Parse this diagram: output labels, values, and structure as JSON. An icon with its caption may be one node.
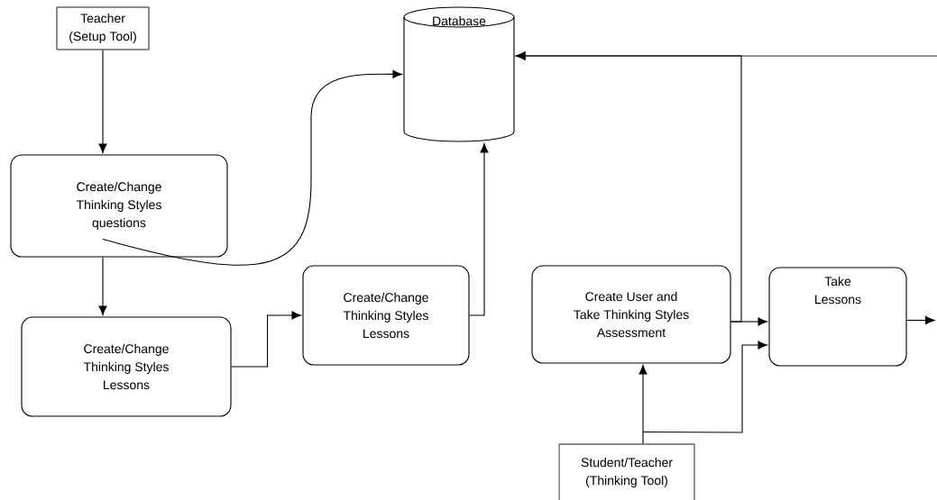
{
  "diagram": {
    "nodes": [
      {
        "text": [
          "Teacher (Setup Tool)"
        ]
      },
      {
        "text": [
          "Create/Change Thinking Styles questions"
        ]
      },
      {
        "text": [
          "Create/Change Thinking Styles Lessons"
        ]
      },
      {
        "text": [
          "Create/Change Thinking Styles Lessons"
        ]
      },
      {
        "text": [
          "Database"
        ]
      },
      {
        "text": [
          "Create User and Take Thinking Styles Assessment"
        ]
      },
      {
        "text": [
          "Take Lessons"
        ]
      },
      {
        "text": [
          "Student/Teacher (Thinking Tool)"
        ]
      }
    ],
    "edges": [
      {
        "from": 0,
        "to": 1,
        "arrow": "to"
      },
      {
        "from": 1,
        "to": 2,
        "arrow": "to"
      },
      {
        "from": 1,
        "to": 4,
        "arrow": "to"
      },
      {
        "from": 2,
        "to": 3,
        "arrow": "to"
      },
      {
        "from": 3,
        "to": 4,
        "arrow": "to"
      },
      {
        "from": 5,
        "to": 6,
        "arrow": "to"
      },
      {
        "from": 5,
        "to": 4,
        "arrow": "to"
      },
      {
        "from": null,
        "to": 4,
        "arrow": "to"
      },
      {
        "from": 6,
        "to": null,
        "arrow": "to"
      },
      {
        "from": 7,
        "to": 5,
        "arrow": "to"
      },
      {
        "from": 7,
        "to": 6,
        "arrow": "to"
      }
    ]
  }
}
